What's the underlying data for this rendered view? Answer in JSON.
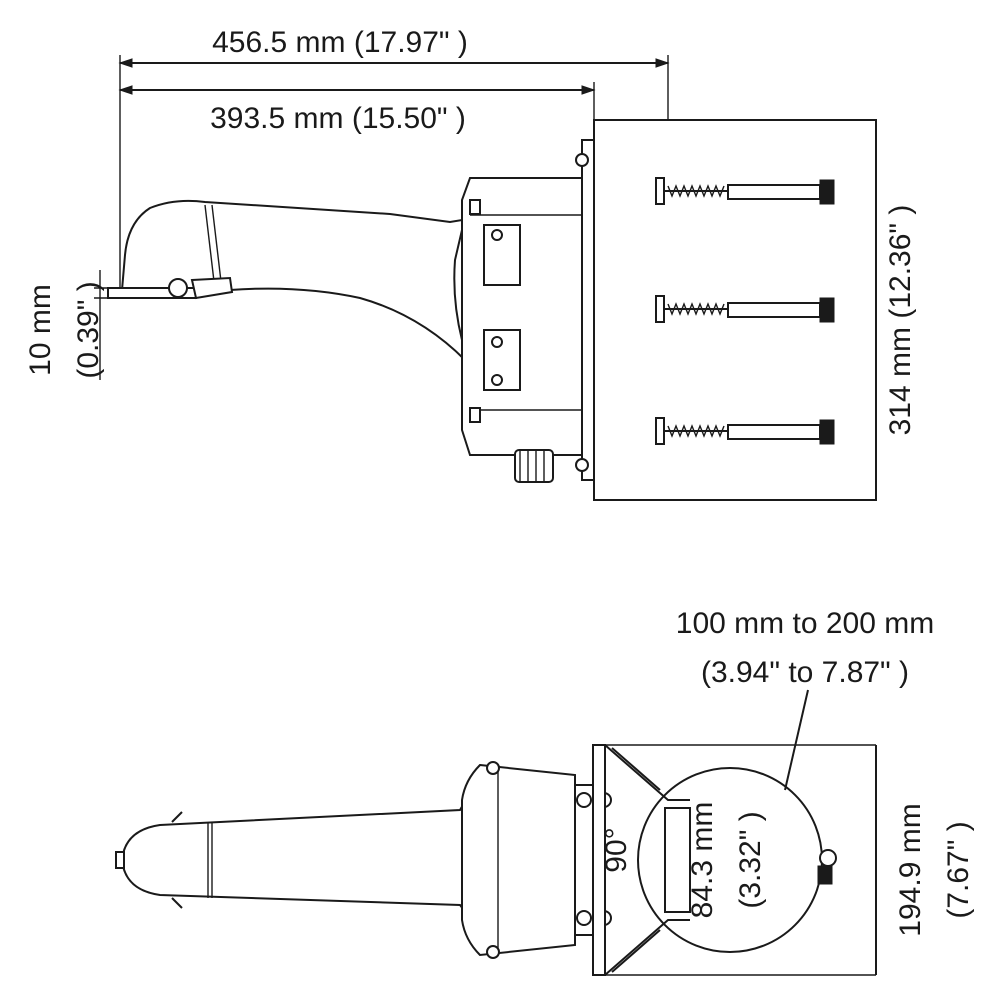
{
  "views": {
    "side": {
      "overall_length": "456.5 mm (17.97\" )",
      "arm_length": "393.5 mm (15.50\" )",
      "nozzle_height_mm": "10 mm",
      "nozzle_height_in": "(0.39\" )",
      "plate_height": "314 mm (12.36\" )"
    },
    "top": {
      "pole_range_mm": "100 mm to 200 mm",
      "pole_range_in": "(3.94\" to 7.87\"  )",
      "angle": "90°",
      "jaw_depth_mm": "84.3 mm",
      "jaw_depth_in": "(3.32\" )",
      "plate_width_mm": "194.9 mm",
      "plate_width_in": "(7.67\" )"
    }
  }
}
